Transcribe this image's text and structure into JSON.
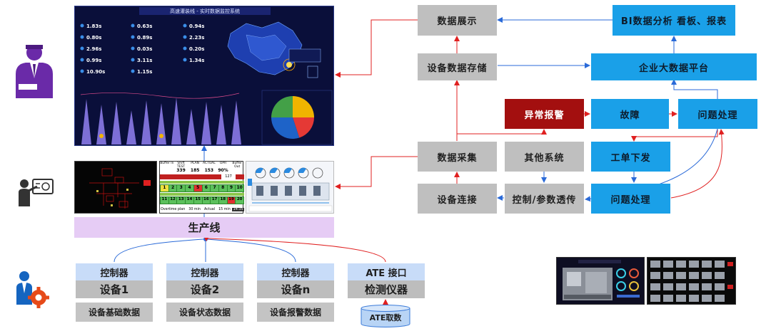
{
  "dashboard": {
    "title": "高速灌装线 - 实时数据监控系统",
    "metrics": [
      {
        "value": "1.83s"
      },
      {
        "value": "0.63s"
      },
      {
        "value": "0.94s"
      },
      {
        "value": "0.80s"
      },
      {
        "value": "0.89s"
      },
      {
        "value": "2.23s"
      },
      {
        "value": "2.96s"
      },
      {
        "value": "0.03s"
      },
      {
        "value": "0.20s"
      },
      {
        "value": "0.99s"
      },
      {
        "value": "3.11s"
      },
      {
        "value": "1.34s"
      },
      {
        "value": "10.90s"
      },
      {
        "value": "1.15s"
      }
    ]
  },
  "panel": {
    "headers": [
      "Buffer In",
      "Shift TEST",
      "PLAN",
      "ACTUAL",
      "OPR",
      "Buffer Out"
    ],
    "values": [
      "339",
      "185",
      "153",
      "90%",
      "127"
    ],
    "row1": [
      "1",
      "2",
      "3",
      "4",
      "5",
      "6",
      "7",
      "8",
      "9",
      "10"
    ],
    "row2": [
      "11",
      "12",
      "13",
      "14",
      "15",
      "16",
      "17",
      "18",
      "19",
      "20"
    ],
    "footer": [
      "Overtime plan",
      "30 min",
      "Actual",
      "15 min",
      "14:35"
    ]
  },
  "left": {
    "production_line": "生产线",
    "controller": "控制器",
    "ate_interface": "ATE 接口",
    "device1": "设备1",
    "device2": "设备2",
    "device_n": "设备n",
    "instrument": "检测仪器",
    "basic_data": "设备基础数据",
    "status_data": "设备状态数据",
    "alarm_data": "设备报警数据",
    "ate_fetch": "ATE取数"
  },
  "flow": {
    "data_display": "数据展示",
    "bi": "BI数据分析 看板、报表",
    "storage": "设备数据存储",
    "big_data": "企业大数据平台",
    "alarm": "异常报警",
    "fault": "故障",
    "handle1": "问题处理",
    "collect": "数据采集",
    "other": "其他系统",
    "work_order": "工单下发",
    "connect": "设备连接",
    "control": "控制/参数透传",
    "handle2": "问题处理"
  },
  "chart_data": {
    "type": "pie",
    "values": [
      25,
      20,
      30,
      25
    ],
    "colors": [
      "#f0b400",
      "#e53935",
      "#1e63c8",
      "#43a047"
    ]
  }
}
